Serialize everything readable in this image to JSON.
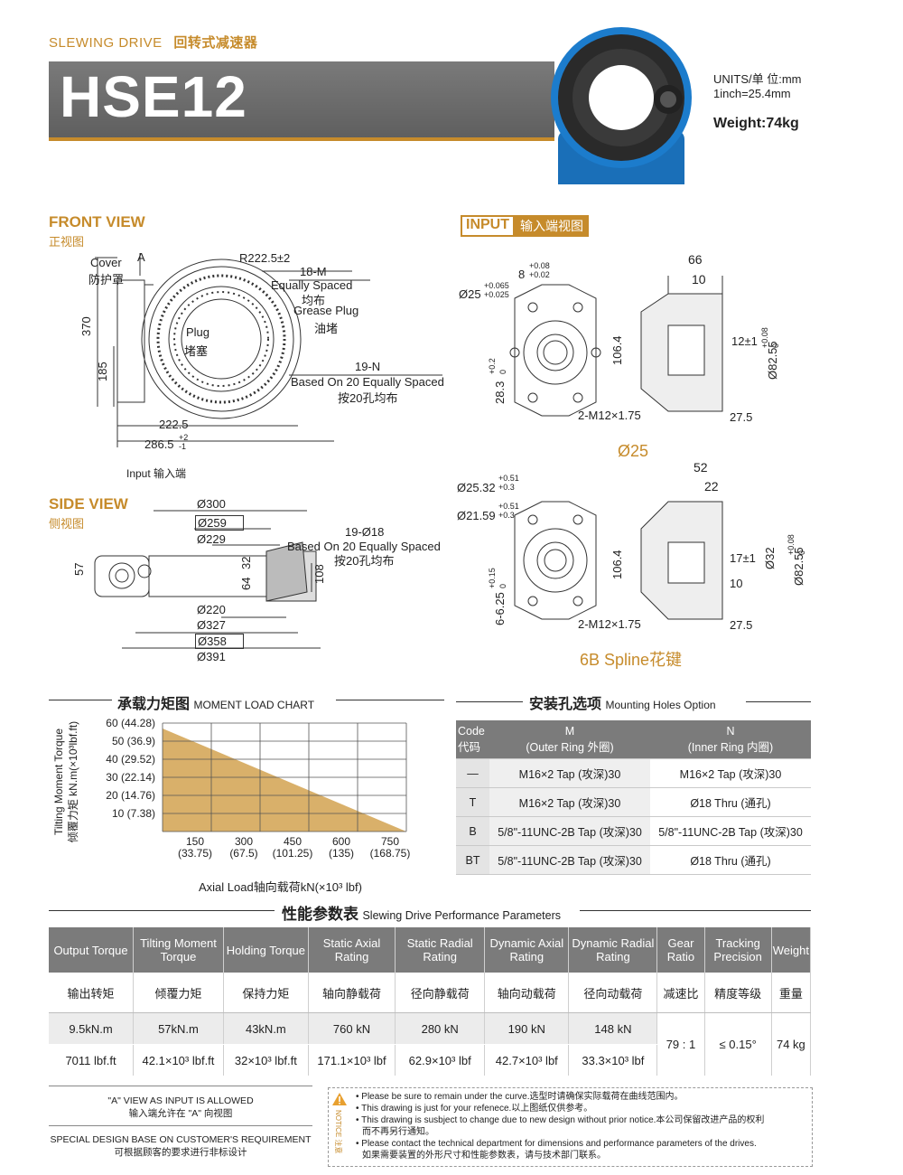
{
  "header": {
    "en": "SLEWING DRIVE",
    "zh": "回转式减速器",
    "model": "HSE12",
    "units": "UNITS/单  位:mm",
    "inch": "1inch=25.4mm",
    "weight": "Weight:74kg"
  },
  "front_view": {
    "title": "FRONT VIEW",
    "subtitle": "正视图",
    "labels": {
      "cover_en": "Cover",
      "cover_zh": "防护罩",
      "a": "A",
      "r": "R222.5±2",
      "m18": "18-M",
      "eq": "Equally Spaced",
      "eq_zh": "均布",
      "grease": "Grease Plug",
      "grease_zh": "油堵",
      "plug": "Plug",
      "plug_zh": "堵塞",
      "n19": "19-N",
      "based": "Based On 20 Equally Spaced",
      "based_zh": "按20孔均布",
      "d370": "370",
      "d185": "185",
      "d2225": "222.5",
      "d2865": "286.5",
      "tol_p2": "+2",
      "tol_m1": "-1",
      "input": "Input  输入端"
    }
  },
  "side_view": {
    "title": "SIDE VIEW",
    "subtitle": "侧视图",
    "labels": {
      "d300": "Ø300",
      "d259": "Ø259",
      "d229": "Ø229",
      "holes": "19-Ø18",
      "based": "Based On 20 Equally Spaced",
      "based_zh": "按20孔均布",
      "d57": "57",
      "d64": "64",
      "d32": "32",
      "d108": "108",
      "d220": "Ø220",
      "d327": "Ø327",
      "d358": "Ø358",
      "d391": "Ø391"
    }
  },
  "input_view": {
    "badge": "INPUT",
    "badge_zh": "输入端视图",
    "upper": {
      "d66": "66",
      "d10": "10",
      "d8": "8",
      "d8_tol_p": "+0.08",
      "d8_tol_m": "+0.02",
      "d25": "Ø25",
      "d25_tol_p": "+0.065",
      "d25_tol_m": "+0.025",
      "d1064": "106.4",
      "d283": "28.3",
      "d283_tol_p": "+0.2",
      "d283_tol_m": "0",
      "m12": "2-M12×1.75",
      "d12": "12±1",
      "d8255": "Ø82.55",
      "d8255_tol_p": "+0.08",
      "d8255_tol_m": "0",
      "d275": "27.5",
      "caption": "Ø25"
    },
    "lower": {
      "d52": "52",
      "d22": "22",
      "d2532": "Ø25.32",
      "d2532_tol_p": "+0.51",
      "d2532_tol_m": "+0.3",
      "d2159": "Ø21.59",
      "d2159_tol_p": "+0.51",
      "d2159_tol_m": "+0.3",
      "d1064": "106.4",
      "d625": "6-6.25",
      "d625_tol_p": "+0.15",
      "d625_tol_m": "0",
      "m12": "2-M12×1.75",
      "d17": "17±1",
      "d10": "10",
      "d32": "Ø32",
      "d8255": "Ø82.55",
      "d8255_tol_p": "+0.08",
      "d8255_tol_m": "0",
      "d275": "27.5",
      "caption": "6B Spline花键"
    }
  },
  "moment_chart": {
    "title_zh": "承载力矩图",
    "title_en": "MOMENT LOAD CHART",
    "ylabel_en": "Tilting Moment Torque",
    "ylabel_zh": "倾覆力矩 kN.m(×10³lbf.ft)",
    "xlabel": "Axial Load轴向载荷kN(×10³ lbf)",
    "fill_color": "#d9b06a"
  },
  "chart_data": {
    "type": "area",
    "title": "MOMENT LOAD CHART",
    "xlabel": "Axial Load轴向载荷kN(×10³ lbf)",
    "ylabel": "Tilting Moment Torque 倾覆力矩 kN.m(×10³lbf.ft)",
    "x_ticks": [
      "150\n(33.75)",
      "300\n(67.5)",
      "450\n(101.25)",
      "600\n(135)",
      "750\n(168.75)"
    ],
    "y_ticks": [
      "60 (44.28)",
      "50 (36.9)",
      "40 (29.52)",
      "30 (22.14)",
      "20 (14.76)",
      "10 (7.38)"
    ],
    "x": [
      0,
      760
    ],
    "y": [
      57,
      0
    ],
    "xlim": [
      0,
      760
    ],
    "ylim": [
      0,
      60
    ],
    "grid": true
  },
  "holes": {
    "title_zh": "安装孔选项",
    "title_en": "Mounting Holes Option",
    "headers": {
      "code": "Code",
      "code_zh": "代码",
      "m": "M",
      "m_sub": "(Outer Ring 外圈)",
      "n": "N",
      "n_sub": "(Inner Ring 内圈)"
    },
    "rows": [
      {
        "code": "—",
        "m": "M16×2 Tap (攻深)30",
        "n": "M16×2 Tap (攻深)30"
      },
      {
        "code": "T",
        "m": "M16×2 Tap (攻深)30",
        "n": "Ø18 Thru (通孔)"
      },
      {
        "code": "B",
        "m": "5/8\"-11UNC-2B Tap (攻深)30",
        "n": "5/8\"-11UNC-2B Tap (攻深)30"
      },
      {
        "code": "BT",
        "m": "5/8\"-11UNC-2B Tap (攻深)30",
        "n": "Ø18 Thru (通孔)"
      }
    ]
  },
  "perf": {
    "title_zh": "性能参数表",
    "title_en": "Slewing Drive Performance Parameters",
    "headers": [
      "Output Torque",
      "Tilting Moment Torque",
      "Holding Torque",
      "Static Axial Rating",
      "Static Radial Rating",
      "Dynamic Axial Rating",
      "Dynamic Radial Rating",
      "Gear Ratio",
      "Tracking Precision",
      "Weight"
    ],
    "headers_zh": [
      "输出转矩",
      "倾覆力矩",
      "保持力矩",
      "轴向静载荷",
      "径向静载荷",
      "轴向动载荷",
      "径向动载荷",
      "减速比",
      "精度等级",
      "重量"
    ],
    "row_metric": [
      "9.5kN.m",
      "57kN.m",
      "43kN.m",
      "760 kN",
      "280 kN",
      "190 kN",
      "148 kN"
    ],
    "row_imperial": [
      "7011 lbf.ft",
      "42.1×10³ lbf.ft",
      "32×10³ lbf.ft",
      "171.1×10³ lbf",
      "62.9×10³ lbf",
      "42.7×10³ lbf",
      "33.3×10³ lbf"
    ],
    "ratio": "79 : 1",
    "precision": "≤ 0.15°",
    "weight": "74 kg"
  },
  "footer": {
    "a_view": "\"A\" VIEW AS INPUT IS ALLOWED",
    "a_view_zh": "输入端允许在 \"A\" 向视图",
    "special": "SPECIAL DESIGN BASE ON CUSTOMER'S REQUIREMENT",
    "special_zh": "可根据顾客的要求进行非标设计",
    "notice_label": "NOTICE 注意",
    "notices": [
      "Please be sure to remain under the curve.选型时请确保实际载荷在曲线范围内。",
      "This drawing is just for your refenece.以上图纸仅供参考。",
      "This drawing is susbject to change due to new design without prior notice.本公司保留改进产品的权利",
      "而不再另行通知。",
      "Please contact the technical department for dimensions and performance parameters of the drives.",
      "如果需要装置的外形尺寸和性能参数表，请与技术部门联系。"
    ]
  }
}
